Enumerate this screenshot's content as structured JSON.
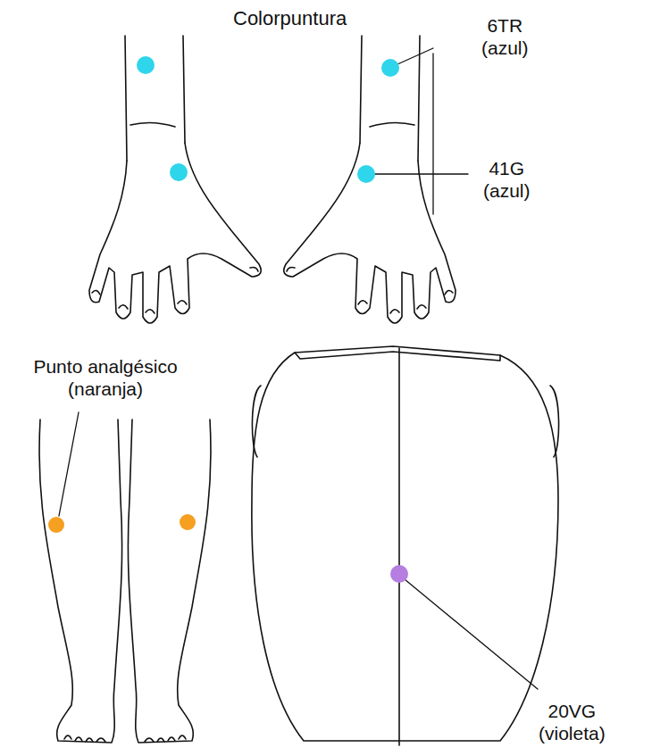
{
  "diagram": {
    "title": "Colorpuntura",
    "labels": [
      "6TR (azul)",
      "41G (azul)",
      "Punto analgésico (naranja)",
      "20VG (violeta)"
    ]
  }
}
